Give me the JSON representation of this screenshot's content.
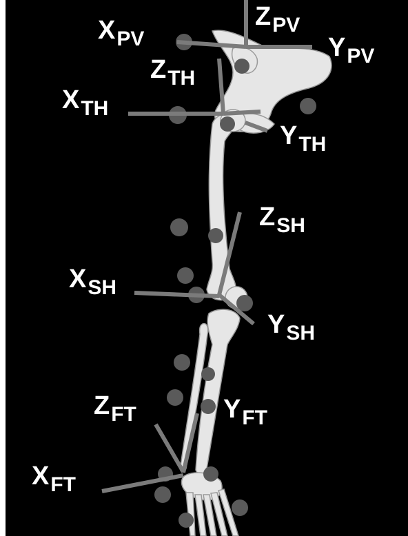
{
  "labels": [
    {
      "id": "x-pv",
      "main": "X",
      "sub": "PV"
    },
    {
      "id": "z-pv",
      "main": "Z",
      "sub": "PV"
    },
    {
      "id": "y-pv",
      "main": "Y",
      "sub": "PV"
    },
    {
      "id": "z-th",
      "main": "Z",
      "sub": "TH"
    },
    {
      "id": "x-th",
      "main": "X",
      "sub": "TH"
    },
    {
      "id": "y-th",
      "main": "Y",
      "sub": "TH"
    },
    {
      "id": "z-sh",
      "main": "Z",
      "sub": "SH"
    },
    {
      "id": "x-sh",
      "main": "X",
      "sub": "SH"
    },
    {
      "id": "y-sh",
      "main": "Y",
      "sub": "SH"
    },
    {
      "id": "z-ft",
      "main": "Z",
      "sub": "FT"
    },
    {
      "id": "y-ft",
      "main": "Y",
      "sub": "FT"
    },
    {
      "id": "x-ft",
      "main": "X",
      "sub": "FT"
    }
  ],
  "colors": {
    "background": "#000000",
    "text": "#ffffff",
    "axis": "#7b7b7b",
    "marker": "#5a5a5a",
    "bone": "#e6e6e6"
  }
}
